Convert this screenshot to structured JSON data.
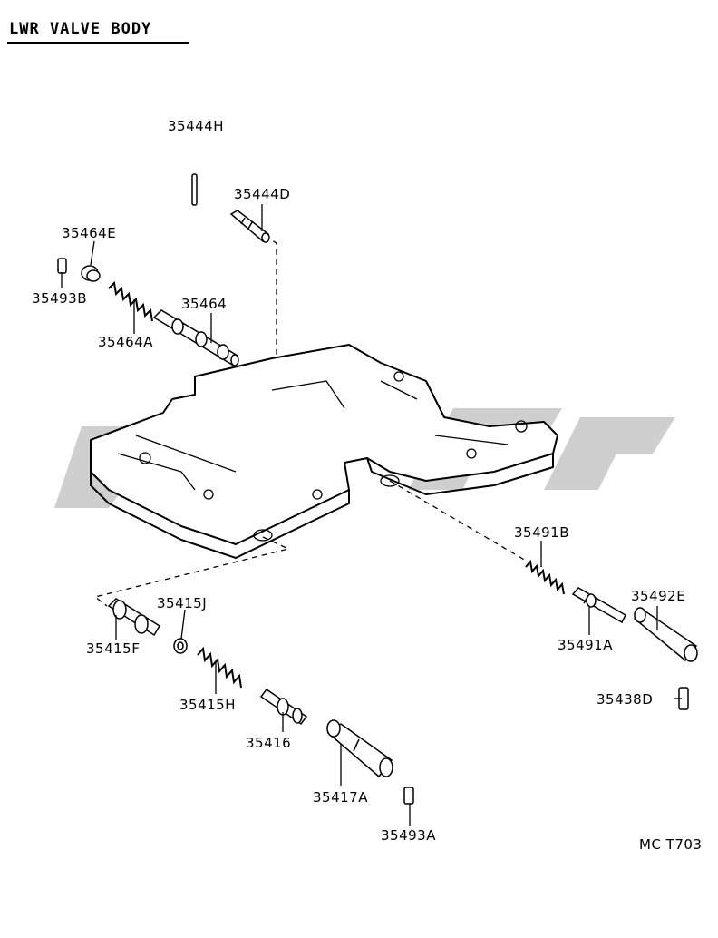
{
  "title": "LWR VALVE BODY",
  "diagram_code": "MC T703",
  "watermark_color": "#cfcfcf",
  "ink_color": "#000000",
  "parts": [
    {
      "id": "35444H"
    },
    {
      "id": "35444D"
    },
    {
      "id": "35464E"
    },
    {
      "id": "35493B"
    },
    {
      "id": "35464"
    },
    {
      "id": "35464A"
    },
    {
      "id": "35491B"
    },
    {
      "id": "35492E"
    },
    {
      "id": "35491A"
    },
    {
      "id": "35438D"
    },
    {
      "id": "35415J"
    },
    {
      "id": "35415F"
    },
    {
      "id": "35415H"
    },
    {
      "id": "35416"
    },
    {
      "id": "35417A"
    },
    {
      "id": "35493A"
    }
  ]
}
